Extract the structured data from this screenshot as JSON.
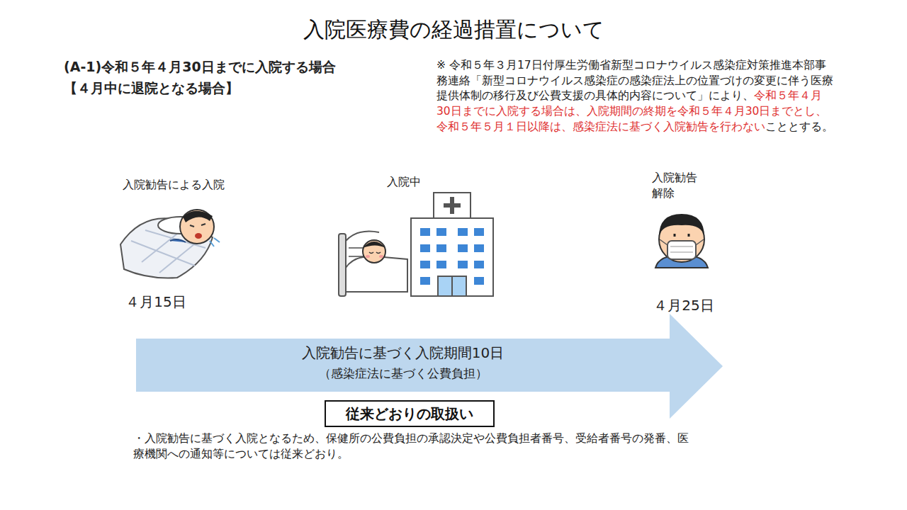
{
  "diagram": {
    "title": "入院医療費の経過措置について",
    "nodes": [
      {
        "text": [
          "入院勧告に基づく入院期間10日",
          "（感染症法に基づく公費負担）"
        ]
      },
      {
        "text": [
          "従来どおりの取扱い"
        ]
      }
    ],
    "edges": [],
    "labels": [
      "(A-1)令和５年４月30日までに入院する場合",
      "【４月中に退院となる場合】",
      "※ 令和５年３月17日付厚生労働省新型コロナウイルス感染症対策推進本部事務連絡「新型コロナウイルス感染症の感染症法上の位置づけの変更に伴う医療提供体制の移行及び公費支援の具体的内容について」により、",
      "令和５年４月30日までに入院する場合は、入院期間の終期を令和５年４月30日までとし、令和５年５月１日以降は、感染症法に基づく入院勧告を行わない",
      "こととする。",
      "入院勧告による入院",
      "入院中",
      "入院勧告 解除",
      "４月15日",
      "４月25日",
      "・入院勧告に基づく入院となるため、保健所の公費負担の承認決定や公費負担者番号、受給者番号の発番、医療機関への通知等については従来どおり。"
    ]
  }
}
